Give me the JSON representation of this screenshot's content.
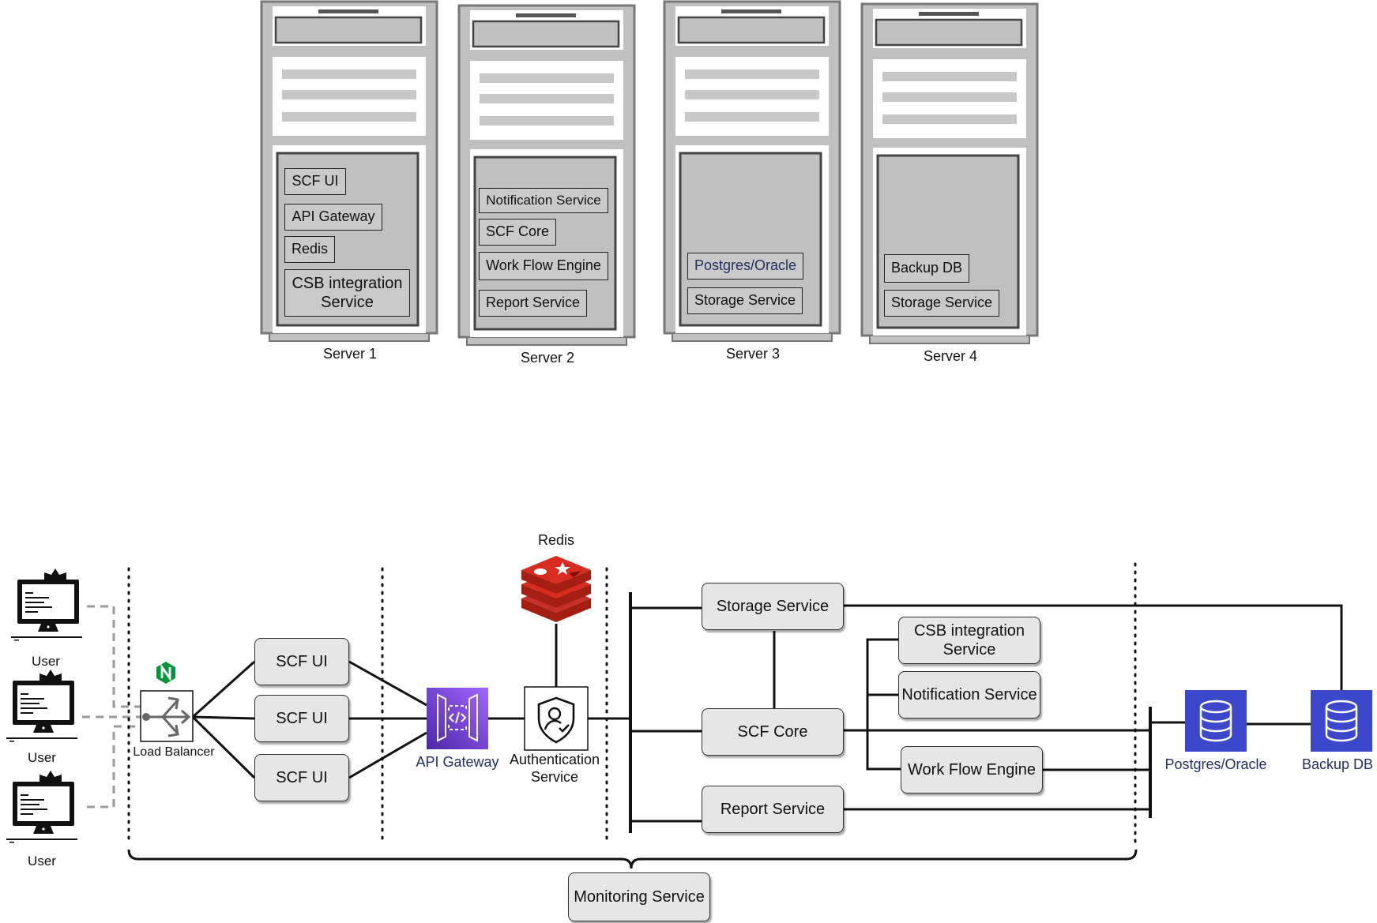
{
  "servers": [
    {
      "title": "Server 1",
      "services": [
        "SCF UI",
        "API Gateway",
        "Redis",
        "CSB integration Service"
      ]
    },
    {
      "title": "Server 2",
      "services": [
        "Notification Service",
        "SCF Core",
        "Work Flow Engine",
        "Report Service"
      ]
    },
    {
      "title": "Server 3",
      "services": [
        "Postgres/Oracle",
        "Storage Service"
      ]
    },
    {
      "title": "Server 4",
      "services": [
        "Backup DB",
        "Storage Service"
      ]
    }
  ],
  "flow": {
    "users": [
      "User",
      "User",
      "User"
    ],
    "load_balancer": "Load Balancer",
    "load_balancer_badge": "N",
    "scf_ui_nodes": [
      "SCF UI",
      "SCF UI",
      "SCF UI"
    ],
    "api_gateway": "API Gateway",
    "redis": "Redis",
    "auth_service": "Authentication Service",
    "storage_service": "Storage Service",
    "scf_core": "SCF Core",
    "report_service": "Report Service",
    "csb_service": "CSB integration Service",
    "notification_service": "Notification Service",
    "workflow_engine": "Work Flow Engine",
    "postgres": "Postgres/Oracle",
    "backup_db": "Backup DB",
    "monitoring_service": "Monitoring Service"
  },
  "colors": {
    "rack_gray": "#bfbfbf",
    "aws_purple": "#8c4fff",
    "db_blue": "#3b48cc",
    "redis_red": "#c6302b",
    "nginx_green": "#009639",
    "react_cyan": "#00b4d8"
  }
}
